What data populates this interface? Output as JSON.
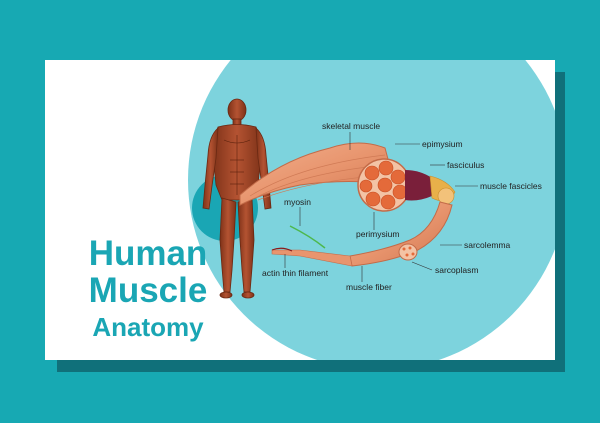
{
  "title": {
    "line1": "Human",
    "line2": "Muscle",
    "line3": "Anatomy"
  },
  "labels": {
    "skeletal_muscle": "skeletal muscle",
    "epimysium": "epimysium",
    "fasciculus": "fasciculus",
    "muscle_fascicles": "muscle fascicles",
    "myosin": "myosin",
    "perimysium": "perimysium",
    "sarcolemma": "sarcolemma",
    "actin_thin_filament": "actin thin filament",
    "sarcoplasm": "sarcoplasm",
    "muscle_fiber": "muscle fiber"
  },
  "colors": {
    "background": "#17a9b3",
    "card": "#ffffff",
    "circle": "#7dd3dd",
    "title": "#1aa6b4",
    "muscle": "#e8956e",
    "body": "#a0462a"
  }
}
